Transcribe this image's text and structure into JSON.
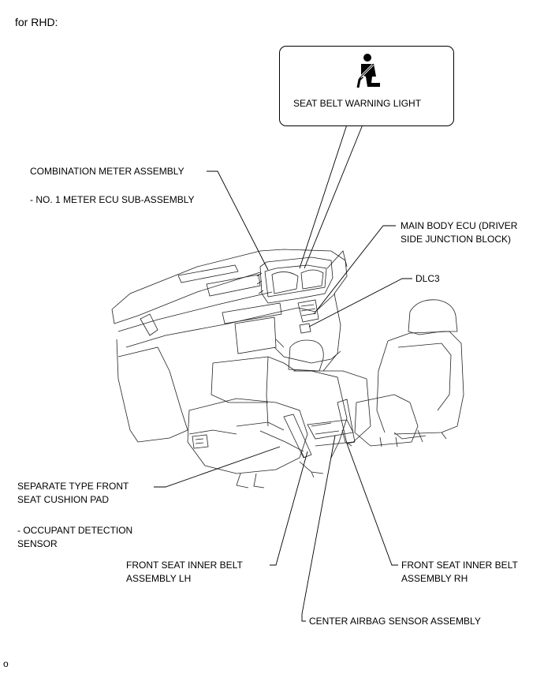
{
  "header": "for RHD:",
  "footer": "o",
  "warning_box": {
    "label": "SEAT BELT WARNING LIGHT",
    "icon": "seat-belt-icon"
  },
  "labels": {
    "combination_meter": "COMBINATION METER ASSEMBLY",
    "meter_ecu": "- NO. 1 METER ECU SUB-ASSEMBLY",
    "main_body_ecu_1": "MAIN BODY ECU (DRIVER",
    "main_body_ecu_2": "SIDE JUNCTION BLOCK)",
    "dlc3": "DLC3",
    "separate_type_1": "SEPARATE TYPE FRONT",
    "separate_type_2": "SEAT CUSHION PAD",
    "occupant_1": "- OCCUPANT DETECTION",
    "occupant_2": "SENSOR",
    "inner_belt_lh_1": "FRONT SEAT INNER BELT",
    "inner_belt_lh_2": "ASSEMBLY LH",
    "inner_belt_rh_1": "FRONT SEAT INNER BELT",
    "inner_belt_rh_2": "ASSEMBLY RH",
    "center_airbag": "CENTER AIRBAG SENSOR ASSEMBLY"
  }
}
